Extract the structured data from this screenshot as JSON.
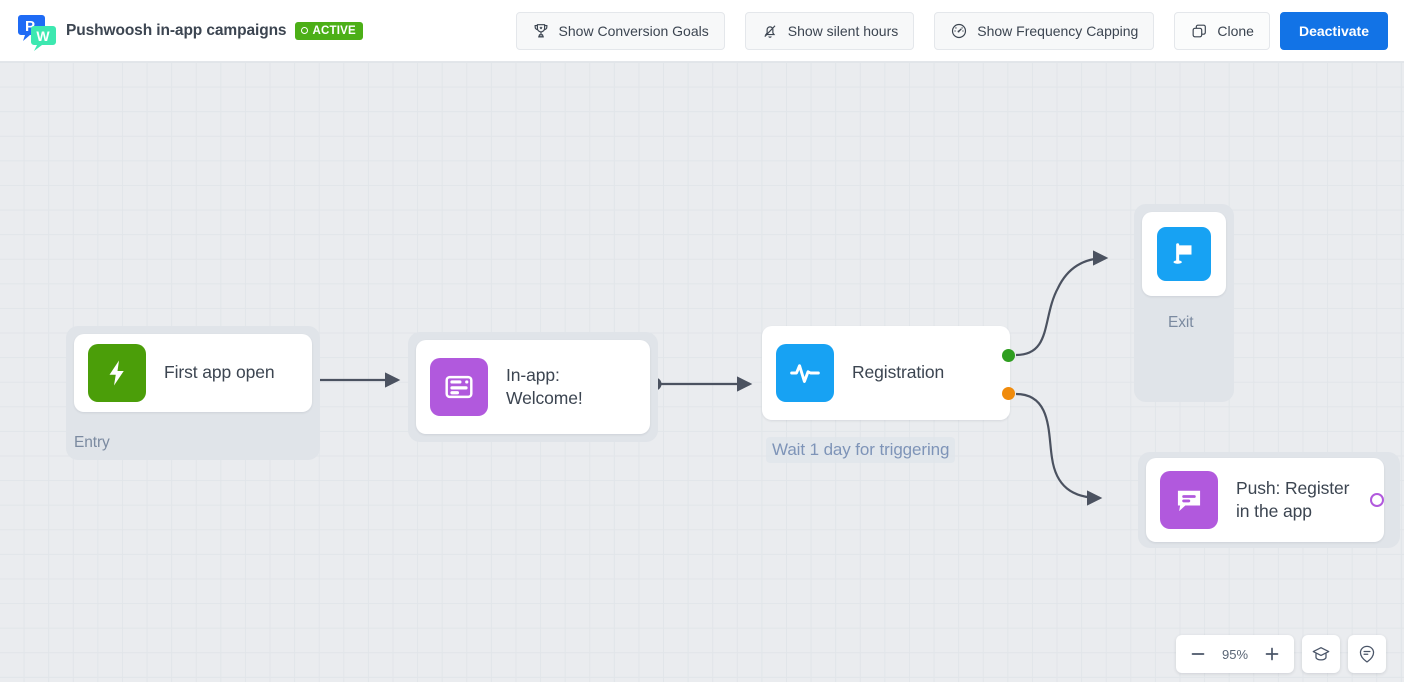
{
  "header": {
    "logo_icon": "pushwoosh-logo-icon",
    "app_title": "Pushwoosh in-app campaigns",
    "status_badge": "ACTIVE",
    "status_color": "#4caf17",
    "buttons": [
      {
        "label": "Show Conversion Goals",
        "icon": "trophy-icon"
      },
      {
        "label": "Show silent hours",
        "icon": "bell-off-icon"
      },
      {
        "label": "Show Frequency Capping",
        "icon": "gauge-icon"
      },
      {
        "label": "Clone",
        "icon": "copy-icon"
      },
      {
        "label": "Deactivate",
        "icon": "none"
      }
    ],
    "primary_color": "#1273e6"
  },
  "canvas": {
    "grid_color": "#e1e5e9",
    "background": "#eaecef",
    "nodes": [
      {
        "id": "entry",
        "title": "First app open",
        "group_label": "Entry",
        "icon": "lightning-bolt-icon",
        "icon_color": "#4b9e09"
      },
      {
        "id": "inapp",
        "title": "In-app: Welcome!",
        "title_line1": "In-app:",
        "title_line2": "Welcome!",
        "icon": "in-app-message-icon",
        "icon_color": "#b159dd"
      },
      {
        "id": "registration",
        "title": "Registration",
        "sub_label": "Wait 1 day for triggering",
        "icon": "event-pulse-icon",
        "icon_color": "#17a2f3",
        "port_yes_color": "#2f9e20",
        "port_no_color": "#f08b0c"
      },
      {
        "id": "exit",
        "title": "Exit",
        "icon": "flag-icon",
        "icon_color": "#17a2f3"
      },
      {
        "id": "push",
        "title": "Push: Register in the app",
        "title_line1": "Push: Register",
        "title_line2": "in the app",
        "icon": "push-message-icon",
        "icon_color": "#b159dd"
      }
    ]
  },
  "zoom_controls": {
    "zoom_out": "−",
    "zoom_level": "95%",
    "zoom_in": "+",
    "tutorial_icon": "graduation-cap-icon",
    "support_icon": "support-balloon-icon"
  }
}
